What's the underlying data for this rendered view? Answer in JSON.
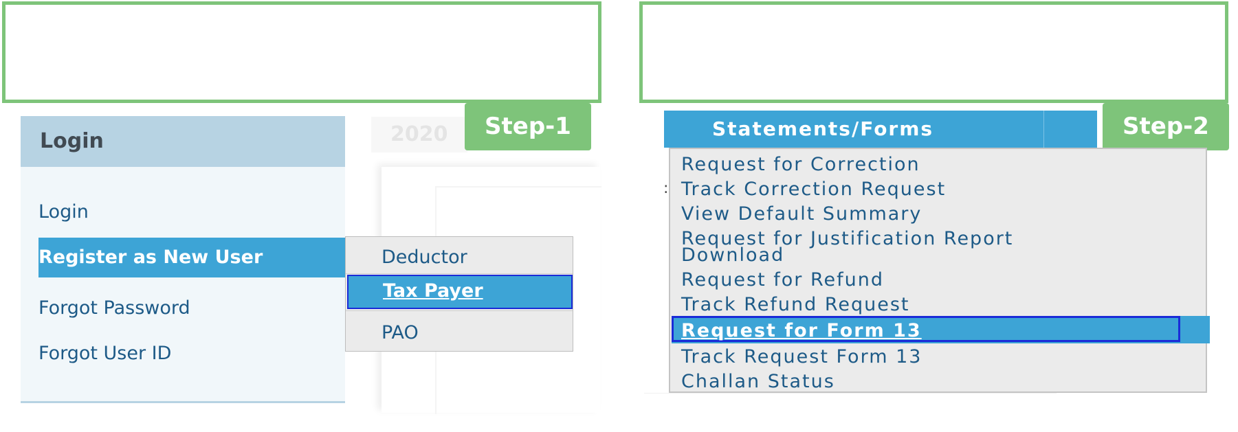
{
  "steps": {
    "step1": "Step-1",
    "step2": "Step-2"
  },
  "login_panel": {
    "title": "Login",
    "items": [
      "Login",
      "Register as New User",
      "Forgot Password",
      "Forgot User ID"
    ],
    "active_item": "Register as New User"
  },
  "background_text": {
    "year": "2020"
  },
  "register_submenu": {
    "items": [
      "Deductor",
      "Tax Payer",
      "PAO"
    ],
    "active_item": "Tax Payer"
  },
  "statements_menu": {
    "title": "Statements/Forms",
    "items": [
      "Request for Correction",
      "Track Correction Request",
      "View Default Summary",
      "Request for Justification Report",
      "Download",
      "Request for Refund",
      "Track Refund Request",
      "Request for Form 13",
      "Track Request Form 13",
      "Challan Status"
    ],
    "active_item": "Request for Form 13"
  },
  "colors": {
    "accent_green": "#7ec47a",
    "menu_blue": "#3da4d6",
    "highlight_border": "#1a2bd8",
    "header_blue": "#b7d3e3",
    "link_blue": "#1d5a87"
  }
}
